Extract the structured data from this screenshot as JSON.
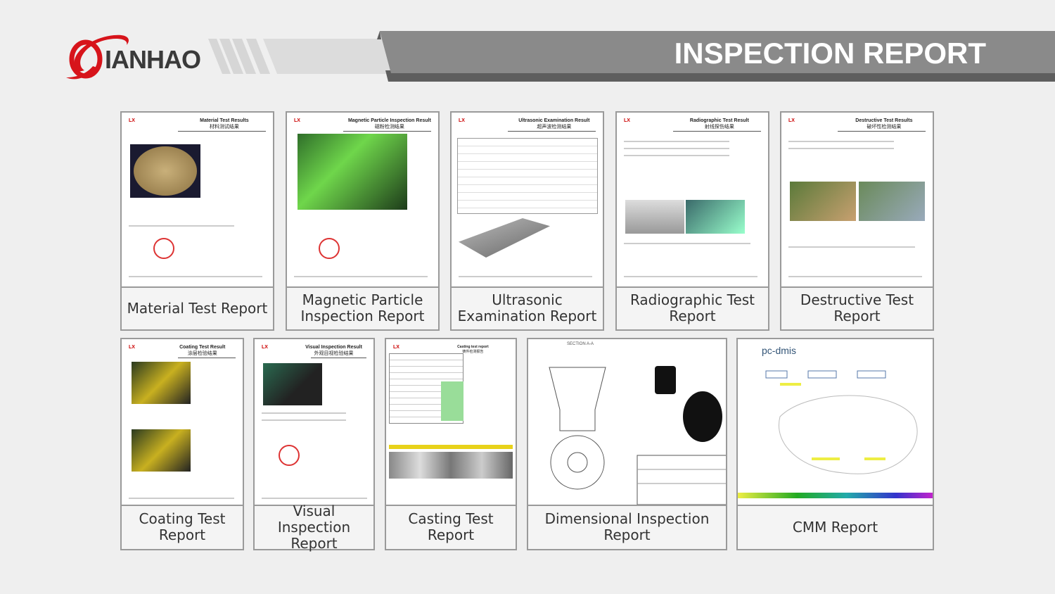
{
  "brand": {
    "logo_text": "QIANHAO"
  },
  "header": {
    "title": "INSPECTION REPORT"
  },
  "reports": [
    {
      "label": "Material Test Report",
      "doc_title": "Material Test Results",
      "doc_title_cn": "材料测试结果"
    },
    {
      "label": "Magnetic Particle Inspection Report",
      "doc_title": "Magnetic Particle Inspection Result",
      "doc_title_cn": "磁粉检测结果"
    },
    {
      "label": "Ultrasonic Examination Report",
      "doc_title": "Ultrasonic Examination Result",
      "doc_title_cn": "超声波检测结果"
    },
    {
      "label": "Radiographic Test Report",
      "doc_title": "Radiographic Test Result",
      "doc_title_cn": "射线探伤结果"
    },
    {
      "label": "Destructive Test Report",
      "doc_title": "Destructive Test Results",
      "doc_title_cn": "破坏性检测结果"
    },
    {
      "label": "Coating Test Report",
      "doc_title": "Coating Test Result",
      "doc_title_cn": "涂层检验结果"
    },
    {
      "label": "Visual Inspection Report",
      "doc_title": "Visual Inspection Result",
      "doc_title_cn": "外观目视检验结果"
    },
    {
      "label": "Casting Test Report",
      "doc_title": "Casting test report",
      "doc_title_cn": "铸件检测报告"
    },
    {
      "label": "Dimensional Inspection Report",
      "doc_title": "SECTION A-A",
      "doc_title_cn": ""
    },
    {
      "label": "CMM Report",
      "doc_title": "pc-dmis",
      "doc_title_cn": ""
    }
  ],
  "colors": {
    "brand_red": "#d7141b",
    "band": "#8a8a8a",
    "band_shadow": "#5e5e5e"
  }
}
